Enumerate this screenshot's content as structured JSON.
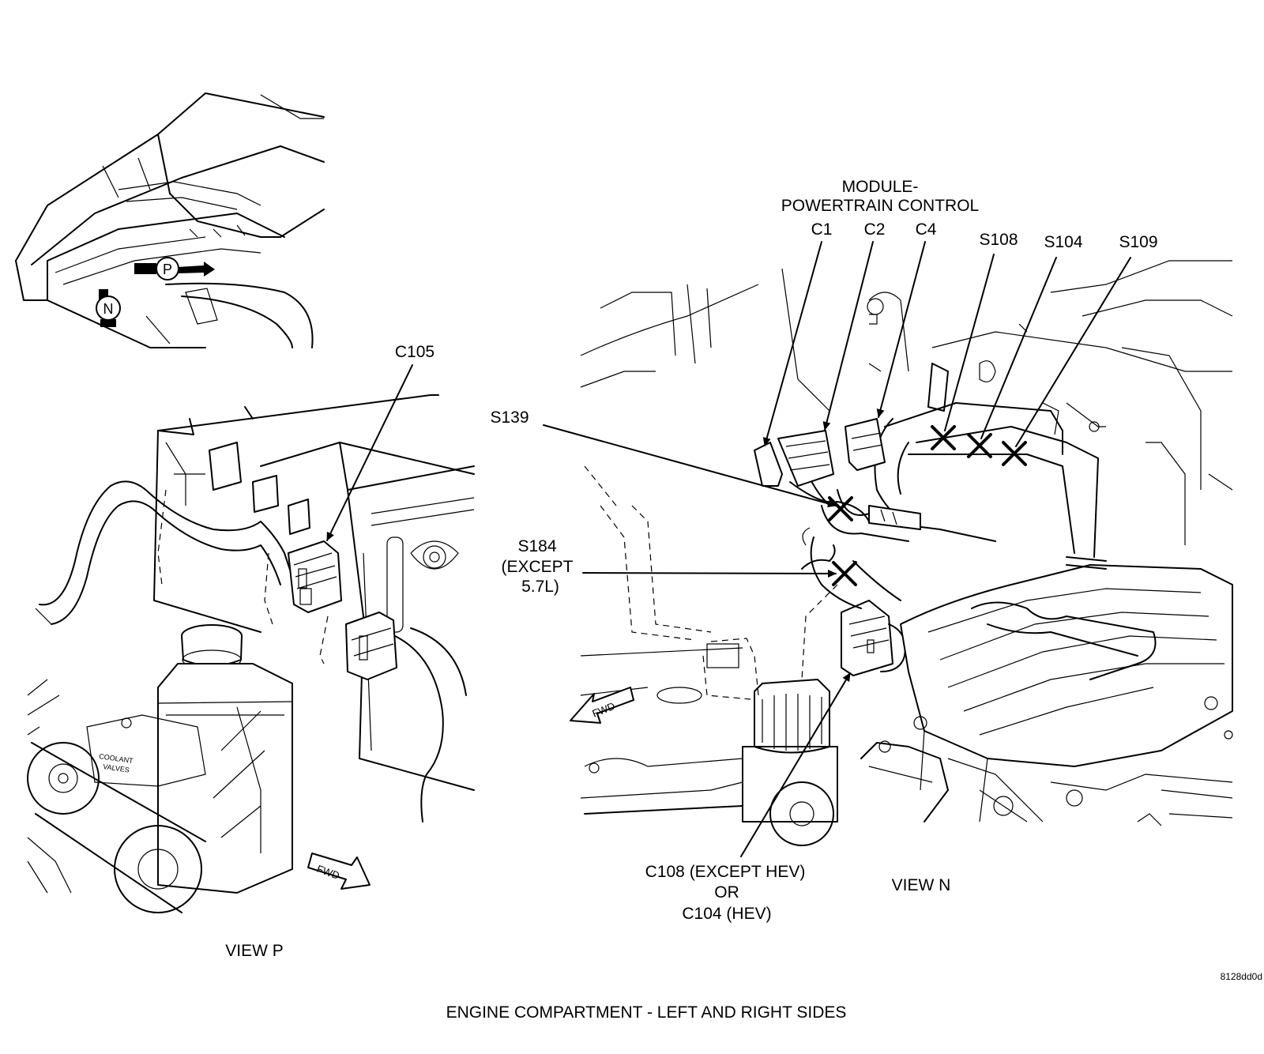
{
  "title": "ENGINE COMPARTMENT - LEFT AND RIGHT SIDES",
  "figure_id": "8128dd0d",
  "view_p": {
    "caption": "VIEW P",
    "callouts": {
      "c105": "C105"
    },
    "fwd": "FWD",
    "locator": {
      "p": "P",
      "n": "N"
    }
  },
  "view_n": {
    "caption": "VIEW N",
    "module_line1": "MODULE-",
    "module_line2": "POWERTRAIN CONTROL",
    "callouts": {
      "c1": "C1",
      "c2": "C2",
      "c4": "C4",
      "s108": "S108",
      "s104": "S104",
      "s109": "S109",
      "s139": "S139",
      "s184": "S184",
      "s184_note1": "(EXCEPT",
      "s184_note2": "5.7L)",
      "c108_line1": "C108 (EXCEPT HEV)",
      "c108_line2": "OR",
      "c108_line3": "C104 (HEV)"
    },
    "fwd": "FWD"
  }
}
